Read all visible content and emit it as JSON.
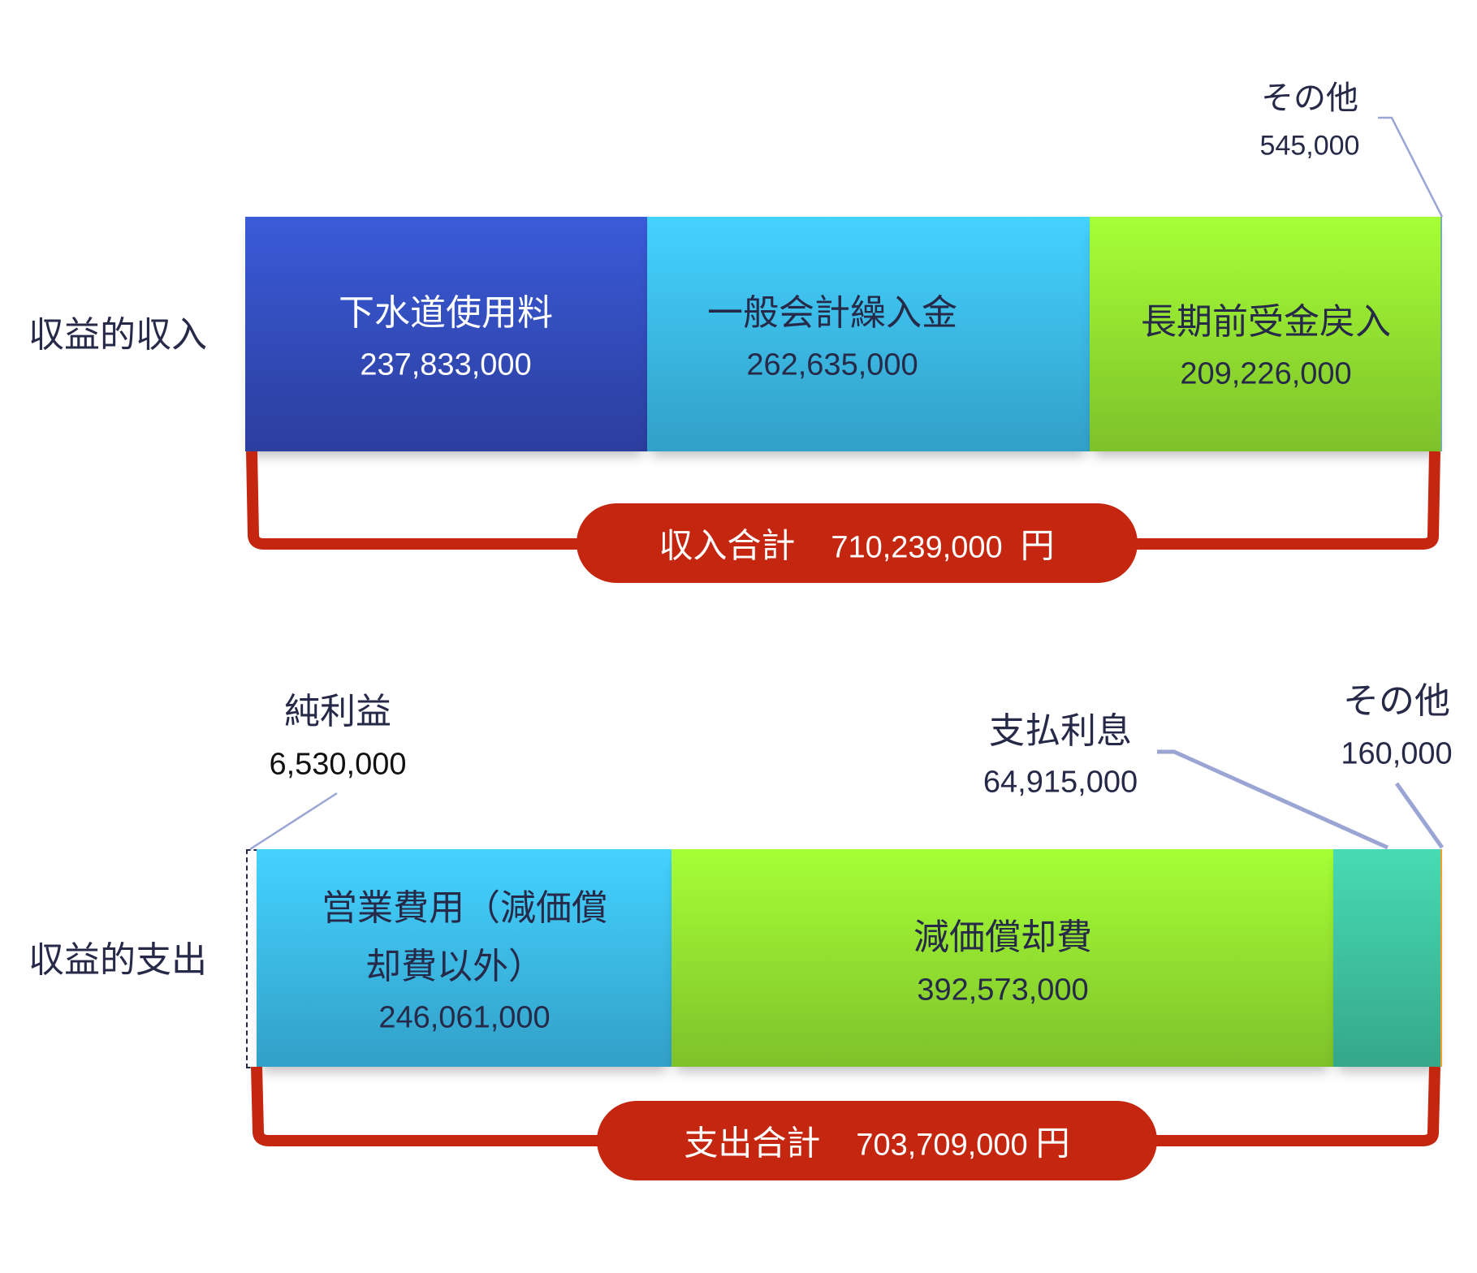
{
  "colors": {
    "blue": "#3a5bd8",
    "cyan": "#44d2ff",
    "green": "#a6ff36",
    "teal": "#47dbb4",
    "bracket": "#c4260f",
    "leader": "#9aa5d4"
  },
  "income": {
    "row_label": "収益的収入",
    "segments": [
      {
        "label": "下水道使用料",
        "value": "237,833,000",
        "amount": 237833000
      },
      {
        "label": "一般会計繰入金",
        "value": "262,635,000",
        "amount": 262635000
      },
      {
        "label": "長期前受金戻入",
        "value": "209,226,000",
        "amount": 209226000
      },
      {
        "label": "その他",
        "value": "545,000",
        "amount": 545000
      }
    ],
    "total_label": "収入合計",
    "total_value": "710,239,000",
    "unit": "円"
  },
  "expense": {
    "row_label": "収益的支出",
    "segments": [
      {
        "label": "純利益",
        "value": "6,530,000",
        "amount": 6530000
      },
      {
        "label_line1": "営業費用（減価償",
        "label_line2": "却費以外）",
        "value": "246,061,000",
        "amount": 246061000
      },
      {
        "label": "減価償却費",
        "value": "392,573,000",
        "amount": 392573000
      },
      {
        "label": "支払利息",
        "value": "64,915,000",
        "amount": 64915000
      },
      {
        "label": "その他",
        "value": "160,000",
        "amount": 160000
      }
    ],
    "total_label": "支出合計",
    "total_value": "703,709,000",
    "unit": "円"
  }
}
